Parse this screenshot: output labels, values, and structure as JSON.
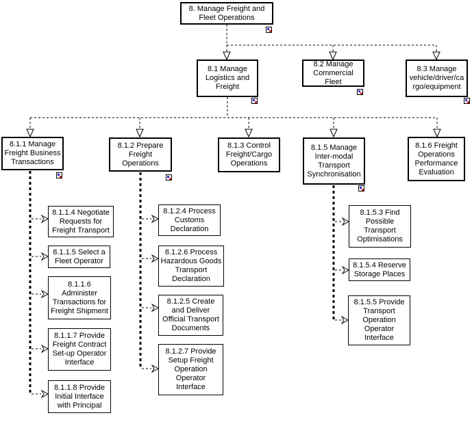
{
  "diagram": {
    "type": "decomposition-tree",
    "line_color": "#000000",
    "box_fill": "#ffffff",
    "marker_icon": {
      "border": "#000000",
      "blue_square": "#3030c8",
      "red_square": "#d03030"
    },
    "nodes": {
      "n8": {
        "id": "8",
        "label": "8. Manage Freight and Fleet Operations",
        "has_marker": true,
        "children": [
          "8.1",
          "8.2",
          "8.3"
        ]
      },
      "n8_1": {
        "id": "8.1",
        "label": "8.1 Manage Logistics and Freight",
        "has_marker": true,
        "children": [
          "8.1.1",
          "8.1.2",
          "8.1.3",
          "8.1.5",
          "8.1.6"
        ]
      },
      "n8_2": {
        "id": "8.2",
        "label": "8.2 Manage Commercial Fleet",
        "has_marker": true,
        "children": []
      },
      "n8_3": {
        "id": "8.3",
        "label": "8.3 Manage vehicle/driver/cargo/equipment",
        "has_marker": true,
        "children": []
      },
      "n8_1_1": {
        "id": "8.1.1",
        "label": "8.1.1 Manage Freight Business Transactions",
        "has_marker": true,
        "children": [
          "8.1.1.4",
          "8.1.1.5",
          "8.1.1.6",
          "8.1.1.7",
          "8.1.1.8"
        ]
      },
      "n8_1_2": {
        "id": "8.1.2",
        "label": "8.1.2 Prepare Freight Operations",
        "has_marker": true,
        "children": [
          "8.1.2.4",
          "8.1.2.6",
          "8.1.2.5",
          "8.1.2.7"
        ]
      },
      "n8_1_3": {
        "id": "8.1.3",
        "label": "8.1.3 Control Freight/Cargo Operations",
        "has_marker": false,
        "children": []
      },
      "n8_1_5": {
        "id": "8.1.5",
        "label": "8.1.5 Manage Inter-modal Transport Synchronisation",
        "has_marker": true,
        "children": [
          "8.1.5.3",
          "8.1.5.4",
          "8.1.5.5"
        ]
      },
      "n8_1_6": {
        "id": "8.1.6",
        "label": "8.1.6 Freight Operations Performance Evaluation",
        "has_marker": false,
        "children": []
      },
      "n8_1_1_4": {
        "id": "8.1.1.4",
        "label": "8.1.1.4 Negotiate Requests for Freight Transport",
        "has_marker": false,
        "children": []
      },
      "n8_1_1_5": {
        "id": "8.1.1.5",
        "label": "8.1.1.5 Select a Fleet Operator",
        "has_marker": false,
        "children": []
      },
      "n8_1_1_6": {
        "id": "8.1.1.6",
        "label": "8.1.1.6 Administer Transactions for Freight Shipment",
        "has_marker": false,
        "children": []
      },
      "n8_1_1_7": {
        "id": "8.1.1.7",
        "label": "8.1.1.7 Provide Freight Contract Set-up Operator Interface",
        "has_marker": false,
        "children": []
      },
      "n8_1_1_8": {
        "id": "8.1.1.8",
        "label": "8.1.1.8 Provide Initial Interface with Principal",
        "has_marker": false,
        "children": []
      },
      "n8_1_2_4": {
        "id": "8.1.2.4",
        "label": "8.1.2.4 Process Customs Declaration",
        "has_marker": false,
        "children": []
      },
      "n8_1_2_6": {
        "id": "8.1.2.6",
        "label": "8.1.2.6 Process Hazardous Goods Transport Declaration",
        "has_marker": false,
        "children": []
      },
      "n8_1_2_5": {
        "id": "8.1.2.5",
        "label": "8.1.2.5 Create and Deliver Official Transport Documents",
        "has_marker": false,
        "children": []
      },
      "n8_1_2_7": {
        "id": "8.1.2.7",
        "label": "8.1.2.7 Provide Setup Freight Operation Operator Interface",
        "has_marker": false,
        "children": []
      },
      "n8_1_5_3": {
        "id": "8.1.5.3",
        "label": "8.1.5.3 Find Possible Transport Optimisations",
        "has_marker": false,
        "children": []
      },
      "n8_1_5_4": {
        "id": "8.1.5.4",
        "label": "8.1.5.4 Reserve Storage Places",
        "has_marker": false,
        "children": []
      },
      "n8_1_5_5": {
        "id": "8.1.5.5",
        "label": "8.1.5.5 Provide Transport Operation Operator Interface",
        "has_marker": false,
        "children": []
      }
    }
  }
}
